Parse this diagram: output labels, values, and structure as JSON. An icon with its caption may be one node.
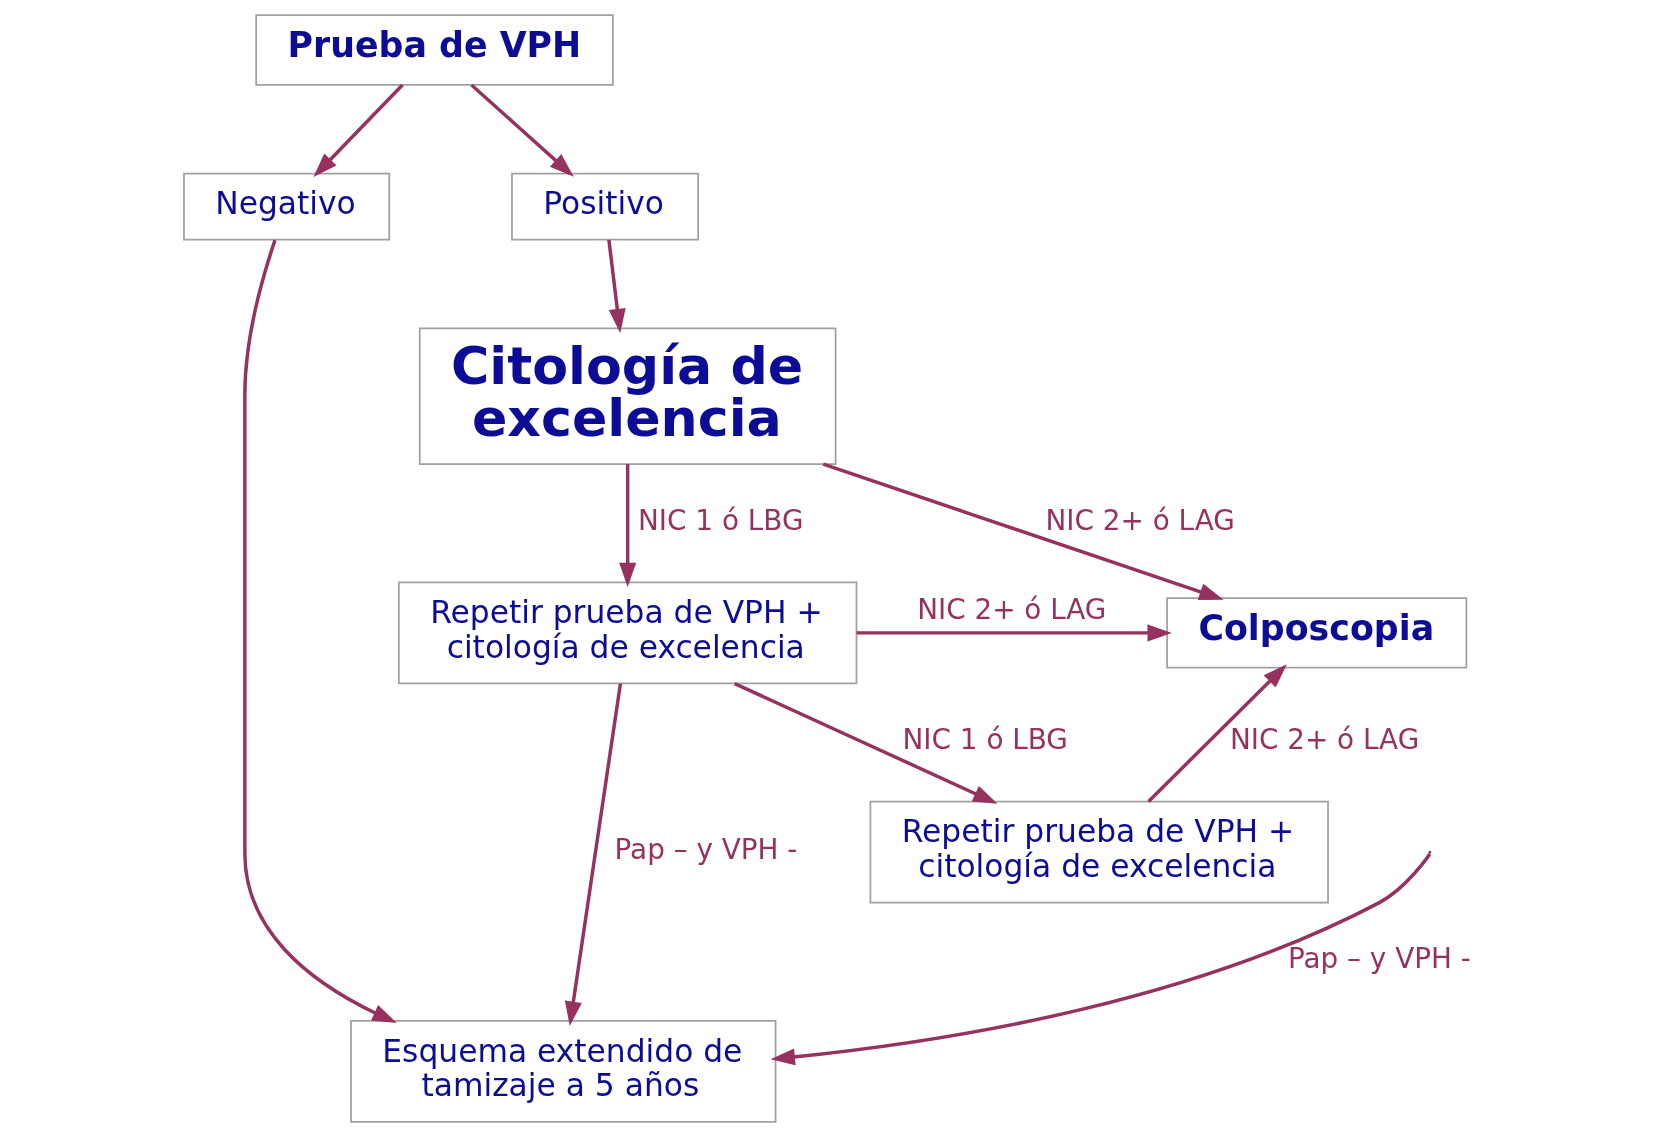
{
  "diagram": {
    "nodes": [
      {
        "text": [
          "Prueba de VPH"
        ]
      },
      {
        "text": [
          "Negativo"
        ]
      },
      {
        "text": [
          "Positivo"
        ]
      },
      {
        "text": [
          "Citología de excelencia"
        ]
      },
      {
        "text": [
          "Esquema extendido de tamizaje a 5 años"
        ]
      },
      {
        "text": [
          "Repetir prueba de VPH + citología de excelencia"
        ]
      },
      {
        "text": [
          "Colposcopia"
        ]
      },
      {
        "text": [
          "Repetir prueba de VPH + citología de excelencia"
        ]
      }
    ],
    "edges": [
      {
        "from": 0,
        "to": 1,
        "arrow": "to"
      },
      {
        "from": 0,
        "to": 2,
        "arrow": "to"
      },
      {
        "from": 1,
        "to": 4,
        "arrow": "to"
      },
      {
        "from": 2,
        "to": 3,
        "arrow": "to"
      },
      {
        "from": 3,
        "to": 5,
        "arrow": "to",
        "label": "NIC 1 ó LBG"
      },
      {
        "from": 3,
        "to": 6,
        "arrow": "to",
        "label": "NIC 2+ ó LAG"
      },
      {
        "from": 5,
        "to": 4,
        "arrow": "to",
        "label": "Pap – y VPH -"
      },
      {
        "from": 5,
        "to": 6,
        "arrow": "to",
        "label": "NIC 2+ ó LAG"
      },
      {
        "from": 5,
        "to": 7,
        "arrow": "to",
        "label": "NIC 1 ó LBG"
      },
      {
        "from": 7,
        "to": 6,
        "arrow": "to",
        "label": "NIC 2+ ó LAG"
      },
      {
        "from": null,
        "to": 4,
        "arrow": "to",
        "label": "Pap – y VPH -"
      }
    ]
  }
}
